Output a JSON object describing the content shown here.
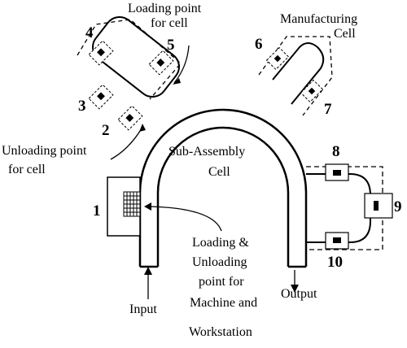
{
  "labels": {
    "loading_point_cell": [
      "Loading point",
      "for cell"
    ],
    "manufacturing_cell": [
      "Manufacturing",
      "Cell"
    ],
    "unloading_point_cell": [
      "Unloading point",
      "for cell"
    ],
    "sub_assembly_cell": [
      "Sub-Assembly",
      "Cell"
    ],
    "loading_unloading_machine": [
      "Loading &",
      "Unloading",
      "point for",
      "Machine and",
      "Workstation"
    ],
    "input": "Input",
    "output": "Output"
  },
  "stations": [
    "1",
    "2",
    "3",
    "4",
    "5",
    "6",
    "7",
    "8",
    "9",
    "10"
  ]
}
